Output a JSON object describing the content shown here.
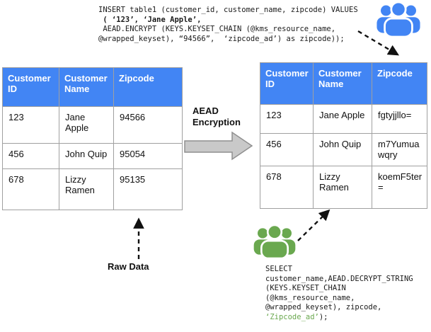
{
  "colors": {
    "header_blue": "#4285f4",
    "icon_blue": "#4285f4",
    "icon_green": "#6aa84f",
    "sql_highlight_green": "#6aa84f",
    "arrow_gray": "#c9c9c9"
  },
  "insert_sql": {
    "line1": "INSERT table1 (customer_id, customer_name, zipcode) VALUES",
    "line2": " ( ‘123’, ‘Jane Apple’,",
    "line3": " AEAD.ENCRYPT (KEYS.KEYSET_CHAIN (@kms_resource_name,",
    "line4": "@wrapped_keyset), “94566”,  ‘zipcode_ad’) as zipcode));"
  },
  "select_sql": {
    "line1": "SELECT",
    "line2": "customer_name,AEAD.DECRYPT_STRING",
    "line3": "(KEYS.KEYSET_CHAIN",
    "line4": "(@kms_resource_name,",
    "line5": "@wrapped_keyset), zipcode,",
    "line6_highlight": "‘Zipcode_ad’",
    "line6_tail": ");"
  },
  "labels": {
    "encryption_line1": "AEAD",
    "encryption_line2": "Encryption",
    "raw_data": "Raw Data"
  },
  "tables": {
    "raw": {
      "headers": [
        "Customer ID",
        "Customer Name",
        "Zipcode"
      ],
      "rows": [
        [
          "123",
          "Jane Apple",
          "94566"
        ],
        [
          "456",
          "John Quip",
          "95054"
        ],
        [
          "678",
          "Lizzy Ramen",
          "95135"
        ]
      ]
    },
    "encrypted": {
      "headers": [
        "Customer ID",
        "Customer Name",
        "Zipcode"
      ],
      "rows": [
        [
          "123",
          "Jane Apple",
          "fgtyjjllo="
        ],
        [
          "456",
          "John Quip",
          "m7Yumuawqry"
        ],
        [
          "678",
          "Lizzy Ramen",
          "koemF5ter="
        ]
      ]
    }
  },
  "icons": {
    "top": "users-group-icon",
    "bottom": "users-group-icon"
  }
}
